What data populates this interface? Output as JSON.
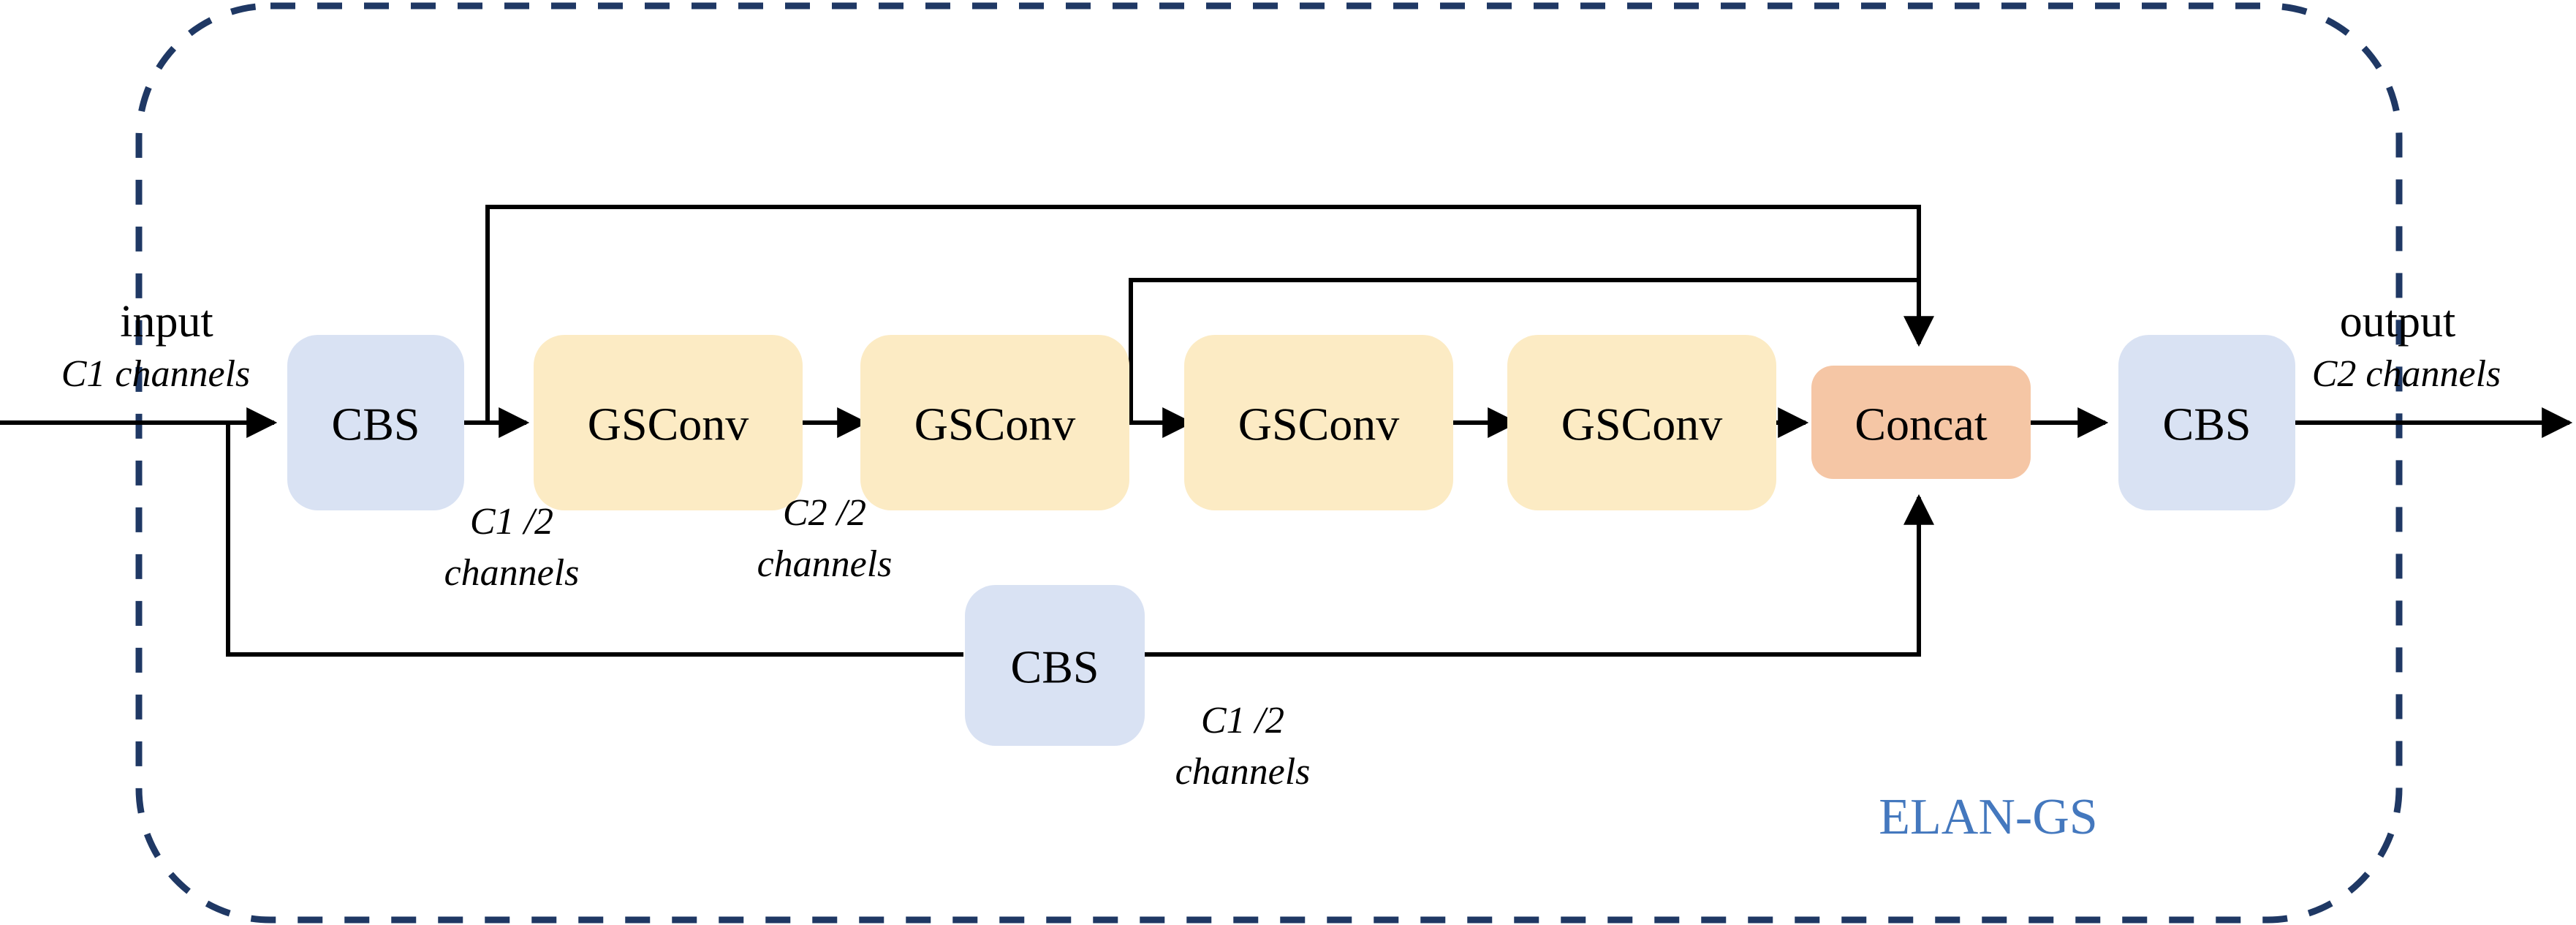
{
  "diagram": {
    "title": "ELAN-GS",
    "module_label": "ELAN-GS",
    "accent_color": "#4478BE",
    "border_color": "#1F3864",
    "line_color": "#000000",
    "colors": {
      "cbs_fill": "#D9E2F3",
      "gsconv_fill": "#FCEBC4",
      "concat_fill": "#F5C6A5"
    },
    "io": {
      "input_label": "input",
      "input_channels": "C1 channels",
      "output_label": "output",
      "output_channels": "C2 channels"
    },
    "blocks": [
      {
        "id": "cbs-in",
        "label": "CBS",
        "type": "cbs"
      },
      {
        "id": "gsconv-1",
        "label": "GSConv",
        "type": "gsconv"
      },
      {
        "id": "gsconv-2",
        "label": "GSConv",
        "type": "gsconv"
      },
      {
        "id": "gsconv-3",
        "label": "GSConv",
        "type": "gsconv"
      },
      {
        "id": "gsconv-4",
        "label": "GSConv",
        "type": "gsconv"
      },
      {
        "id": "concat",
        "label": "Concat",
        "type": "concat"
      },
      {
        "id": "cbs-out",
        "label": "CBS",
        "type": "cbs"
      },
      {
        "id": "cbs-skip",
        "label": "CBS",
        "type": "cbs"
      }
    ],
    "channel_annotations": [
      {
        "id": "ann-1",
        "line1": "C1 /2",
        "line2": "channels"
      },
      {
        "id": "ann-2",
        "line1": "C2 /2",
        "line2": "channels"
      },
      {
        "id": "ann-3",
        "line1": "C1 /2",
        "line2": "channels"
      }
    ]
  }
}
